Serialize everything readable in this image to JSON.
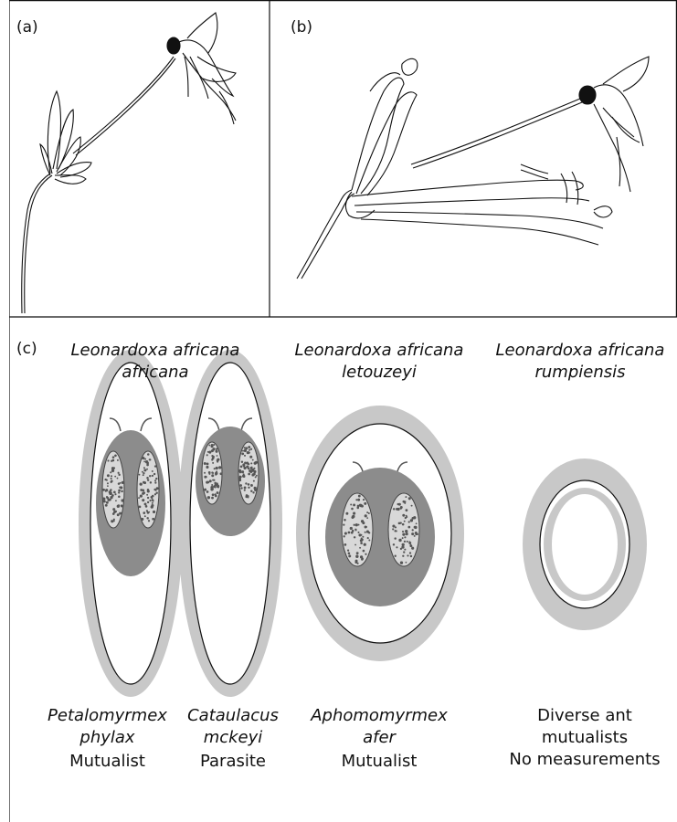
{
  "panels": {
    "a": {
      "label": "(a)"
    },
    "b": {
      "label": "(b)"
    },
    "c": {
      "label": "(c)"
    }
  },
  "species": [
    {
      "line1": "Leonardoxa africana",
      "line2": "africana"
    },
    {
      "line1": "Leonardoxa africana",
      "line2": "letouzeyi"
    },
    {
      "line1": "Leonardoxa africana",
      "line2": "rumpiensis"
    }
  ],
  "ants": [
    {
      "line1": "Petalomyrmex",
      "line2": "phylax",
      "role": "Mutualist"
    },
    {
      "line1": "Cataulacus",
      "line2": "mckeyi",
      "role": "Parasite"
    },
    {
      "line1": "Aphomomyrmex",
      "line2": "afer",
      "role": "Mutualist"
    }
  ],
  "no_measure": {
    "line1": "Diverse ant",
    "line2": "mutualists",
    "line3": "No measurements"
  },
  "colors": {
    "domatium_outer": "#c8c8c8",
    "ant_body": "#8c8c8c",
    "line": "#111111"
  }
}
